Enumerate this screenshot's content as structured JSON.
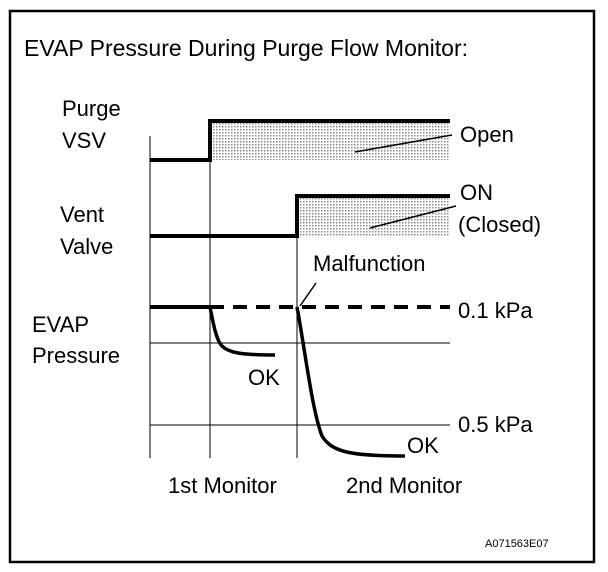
{
  "title": "EVAP Pressure During Purge Flow Monitor:",
  "signals": {
    "purge_vsv": {
      "label_line1": "Purge",
      "label_line2": "VSV",
      "state_label": "Open"
    },
    "vent_valve": {
      "label_line1": "Vent",
      "label_line2": "Valve",
      "state_label_line1": "ON",
      "state_label_line2": "(Closed)"
    },
    "evap_pressure": {
      "label_line1": "EVAP",
      "label_line2": "Pressure"
    }
  },
  "annotations": {
    "malfunction": "Malfunction",
    "ok_first": "OK",
    "ok_second": "OK"
  },
  "pressure_levels": {
    "upper": "0.1 kPa",
    "lower": "0.5 kPa"
  },
  "phases": {
    "first": "1st Monitor",
    "second": "2nd Monitor"
  },
  "figure_id": "A071563E07",
  "colors": {
    "line": "#000000",
    "shade_dot": "#8a8a8a",
    "background": "#ffffff"
  }
}
